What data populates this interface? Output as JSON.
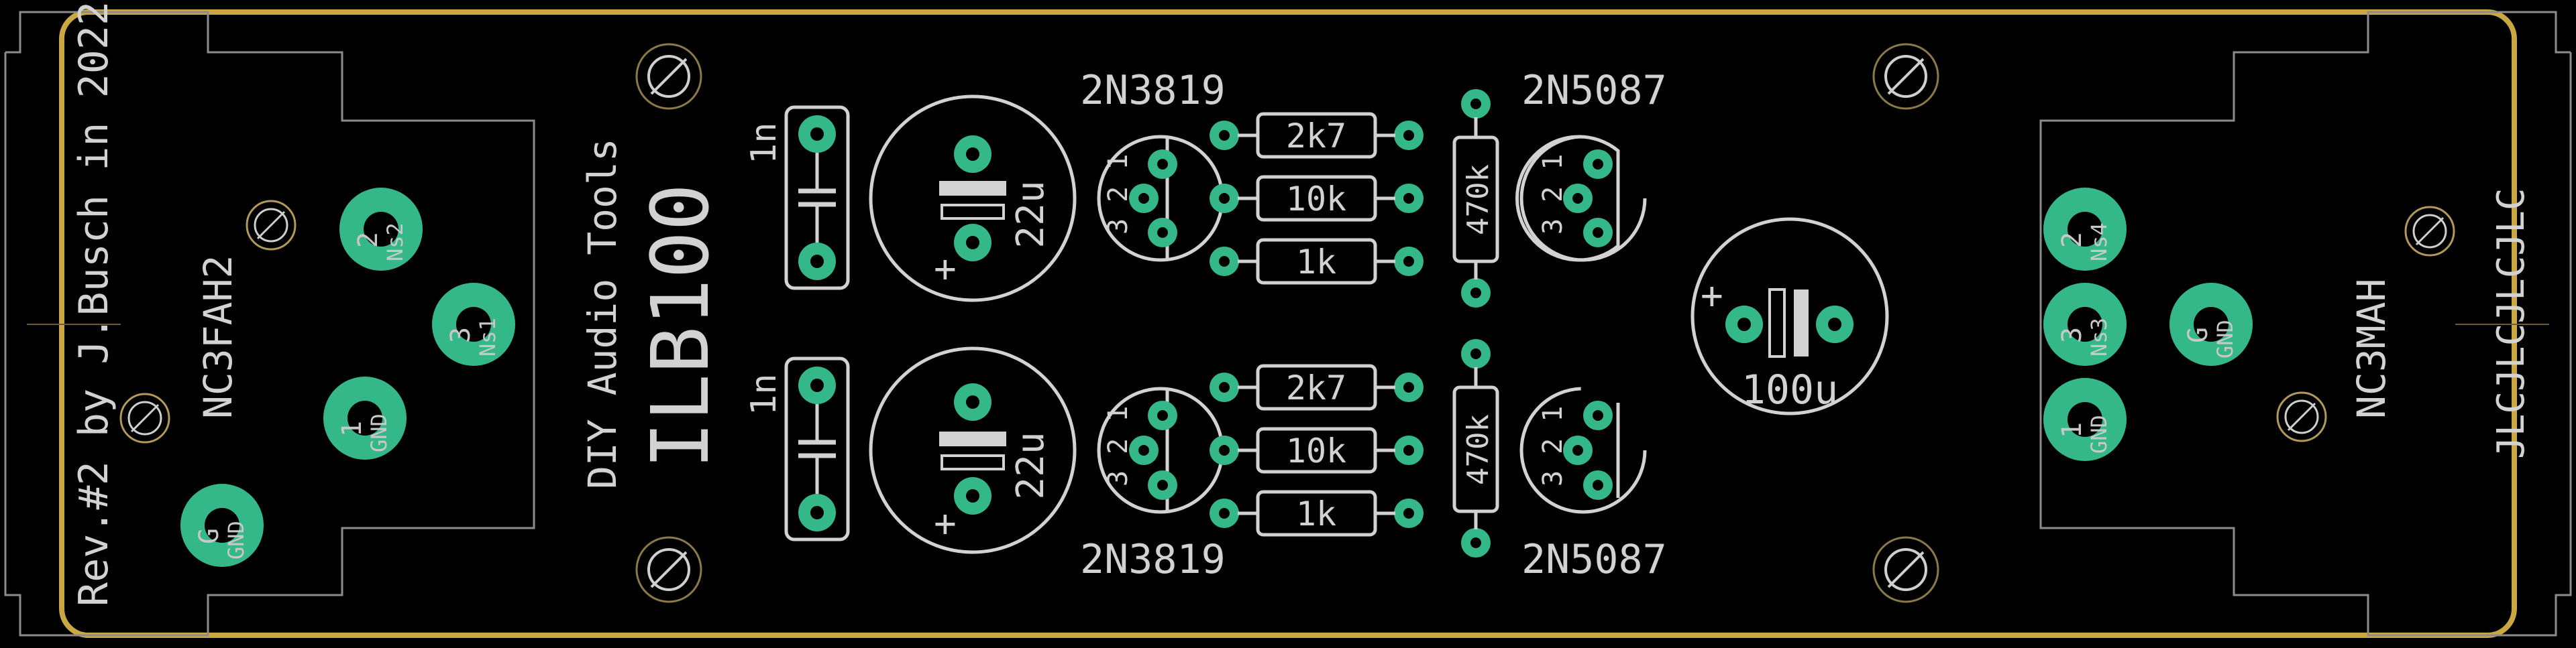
{
  "colors": {
    "background": "#000000",
    "edge_cuts": "#c9a742",
    "silkscreen": "#d2d2d2",
    "pad": "#34b88a",
    "pad_text": "#c8c8c8",
    "mount": "#9a8a5a",
    "outline_gray": "#8c8c8c"
  },
  "board": {
    "revision": "Rev.#2 by J.Busch in 2022",
    "brand": "DIY Audio Tools",
    "title": "ILB100",
    "jlc": "JLCJLCJLCJLC"
  },
  "connectors": {
    "left": {
      "label": "NC3FAH2",
      "pads": [
        {
          "num": "2",
          "net": "Ns2"
        },
        {
          "num": "3",
          "net": "Ns1"
        },
        {
          "num": "1",
          "net": "GND"
        },
        {
          "num": "G",
          "net": "GND"
        }
      ]
    },
    "right": {
      "label": "NC3MAH",
      "pads": [
        {
          "num": "2",
          "net": "Ns4"
        },
        {
          "num": "3",
          "net": "Ns3"
        },
        {
          "num": "1",
          "net": "GND"
        },
        {
          "num": "G",
          "net": "GND"
        }
      ]
    }
  },
  "components": {
    "cap_small": "1n",
    "cap_elec": "22u",
    "cap_big": "100u",
    "cap_big_plus": "+",
    "cap_plus": "+",
    "jfet": "2N3819",
    "bjt": "2N5087",
    "r1": "2k7",
    "r2": "10k",
    "r3": "1k",
    "r4": "470k",
    "pin_nums": "3 2 1"
  }
}
